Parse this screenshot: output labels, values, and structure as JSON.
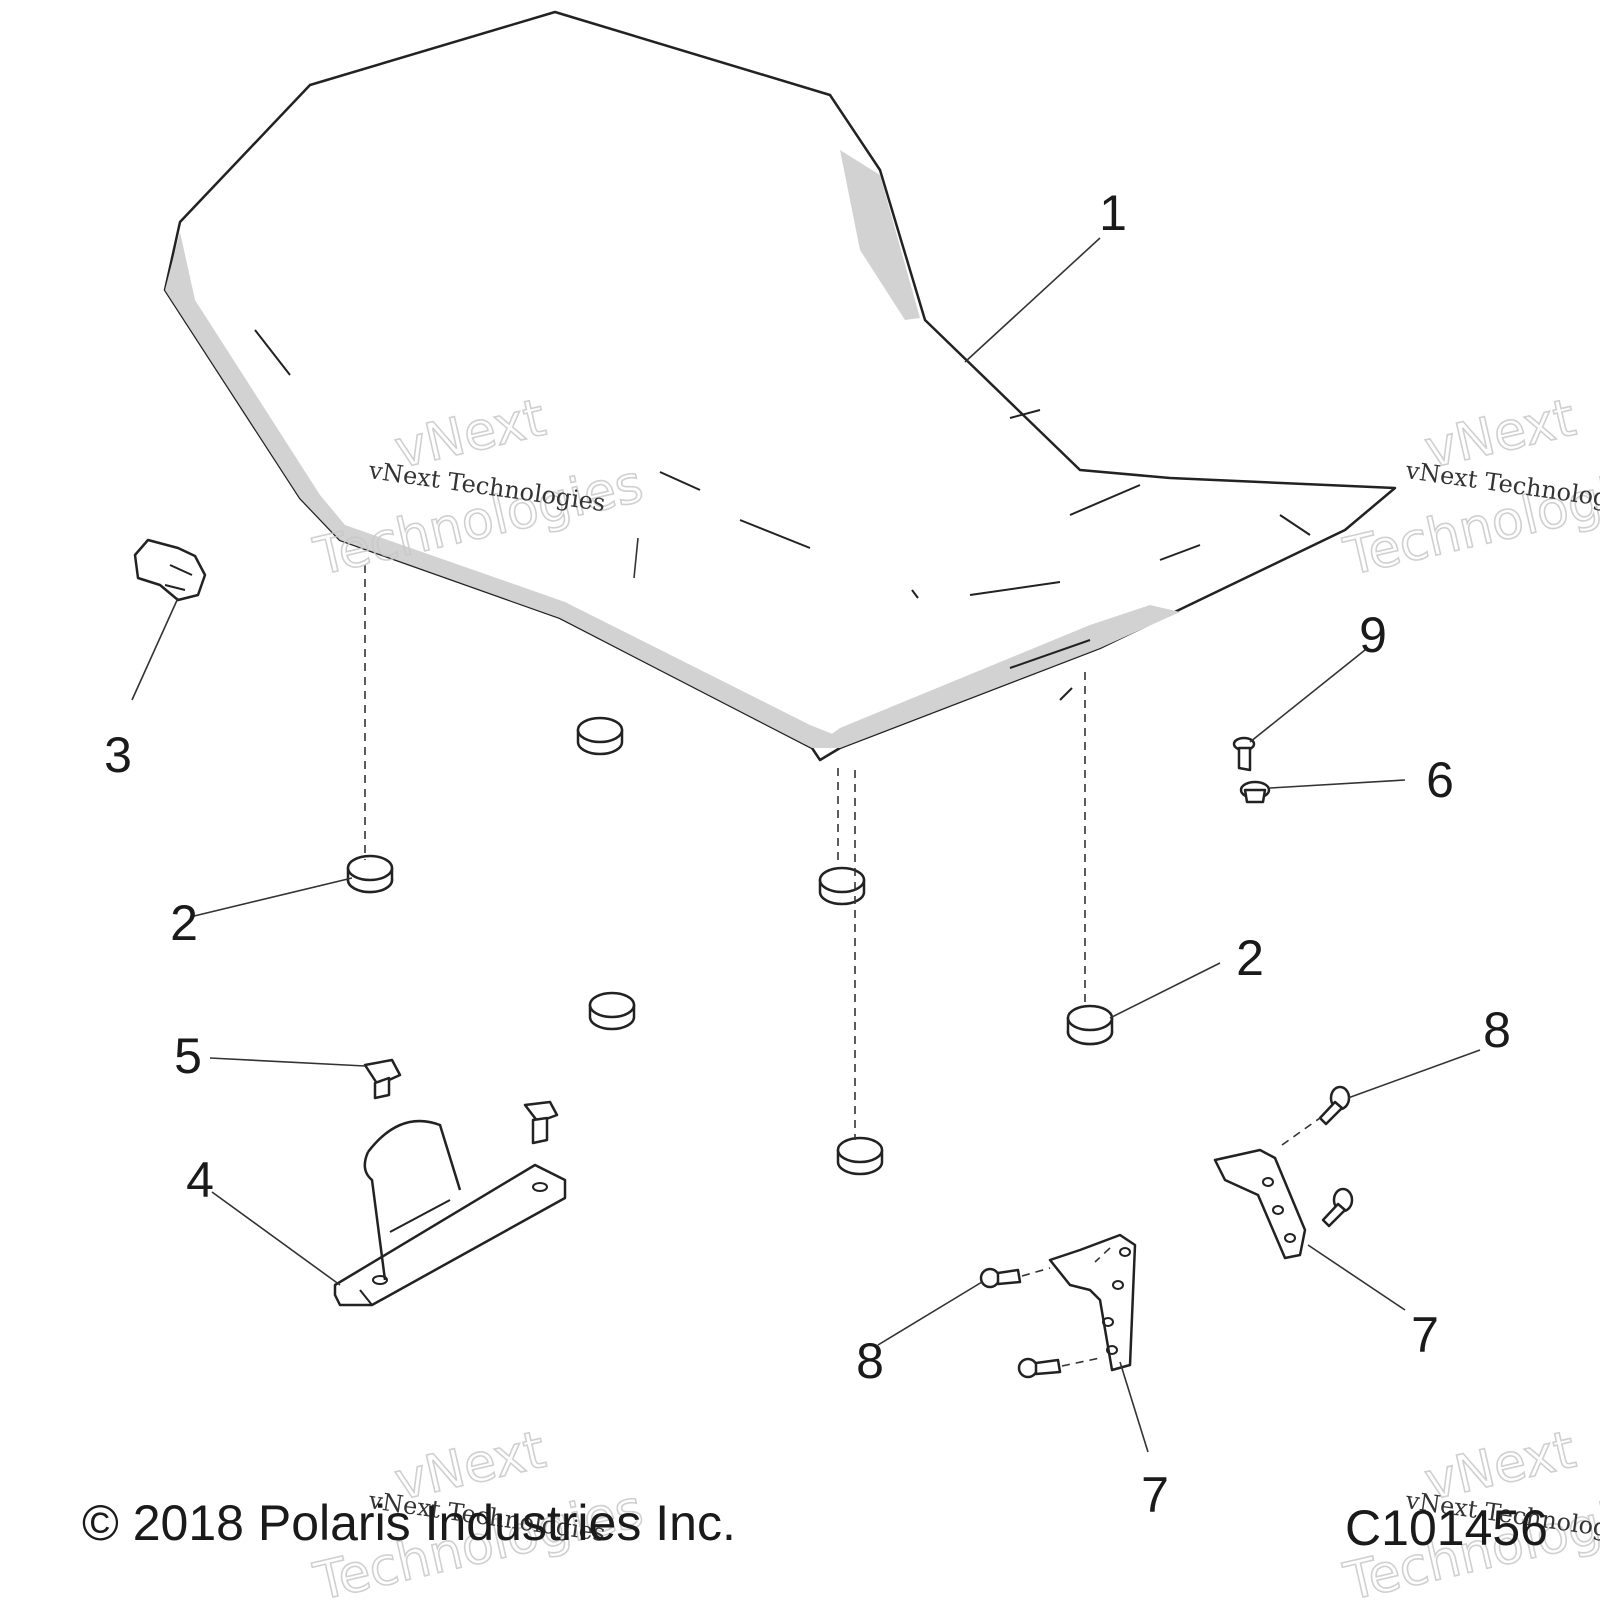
{
  "callouts": {
    "c1": "1",
    "c2a": "2",
    "c2b": "2",
    "c3": "3",
    "c4": "4",
    "c5": "5",
    "c6": "6",
    "c7a": "7",
    "c7b": "7",
    "c8a": "8",
    "c8b": "8",
    "c9": "9"
  },
  "footer": {
    "copyright": "© 2018 Polaris Industries Inc.",
    "figure_id": "C101456"
  },
  "watermark": {
    "company": "vNext Technologies",
    "line1": "vNext",
    "line2": "Technologies"
  }
}
